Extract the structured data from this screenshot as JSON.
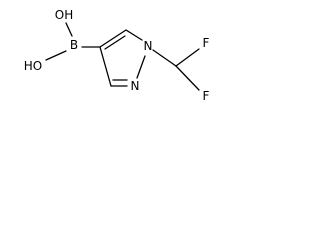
{
  "molecule": {
    "atoms": {
      "oh_top": "OH",
      "oh_left": "HO",
      "boron": "B",
      "n1": "N",
      "n2": "N",
      "f_top": "F",
      "f_bottom": "F"
    }
  }
}
